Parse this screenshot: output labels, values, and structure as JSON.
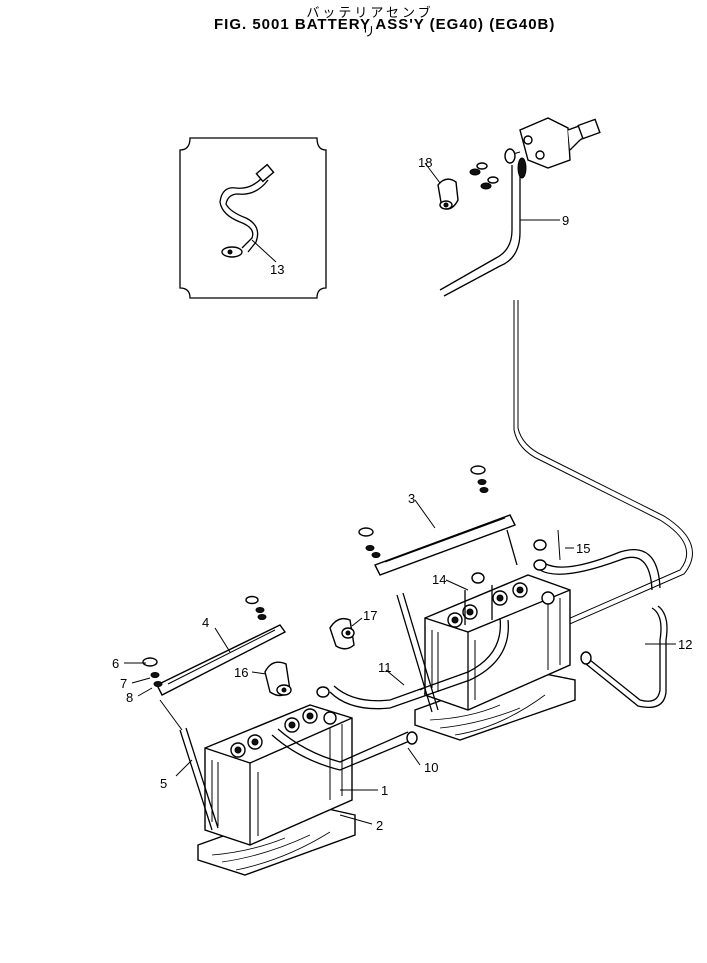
{
  "header": {
    "subtitle": "バッテリアセンブリ",
    "title": "FIG. 5001  BATTERY ASS'Y (EG40) (EG40B)"
  },
  "callouts": [
    "1",
    "2",
    "3",
    "4",
    "5",
    "6",
    "7",
    "8",
    "9",
    "10",
    "11",
    "12",
    "13",
    "14",
    "15",
    "16",
    "17",
    "18"
  ],
  "colors": {
    "ink": "#000000",
    "paper": "#ffffff"
  }
}
